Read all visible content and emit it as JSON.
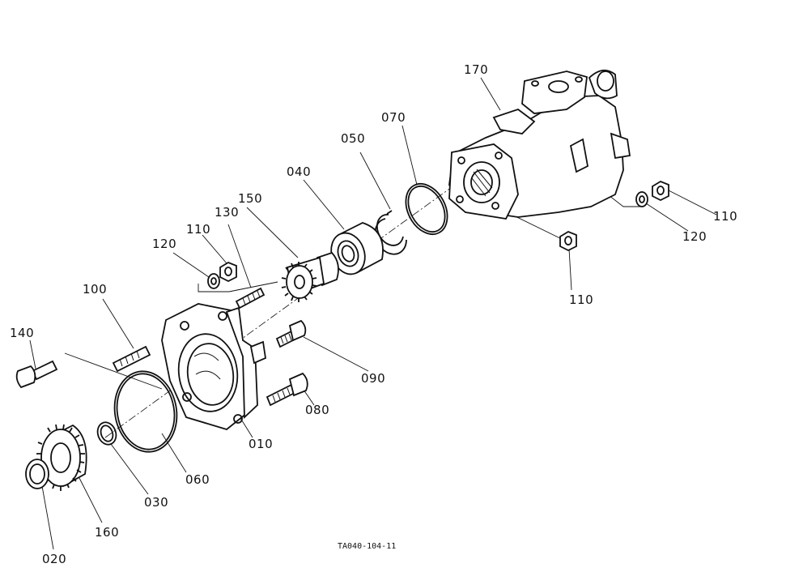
{
  "diagram": {
    "figure_code": "TA040-104-11",
    "callouts": {
      "p170": "170",
      "p070": "070",
      "p050": "050",
      "p040": "040",
      "p150": "150",
      "p130": "130",
      "p110a": "110",
      "p120a": "120",
      "p100": "100",
      "p140": "140",
      "p090": "090",
      "p080": "080",
      "p010": "010",
      "p060": "060",
      "p030": "030",
      "p160": "160",
      "p020": "020",
      "p110b": "110",
      "p120b": "120",
      "p110c": "110"
    }
  }
}
